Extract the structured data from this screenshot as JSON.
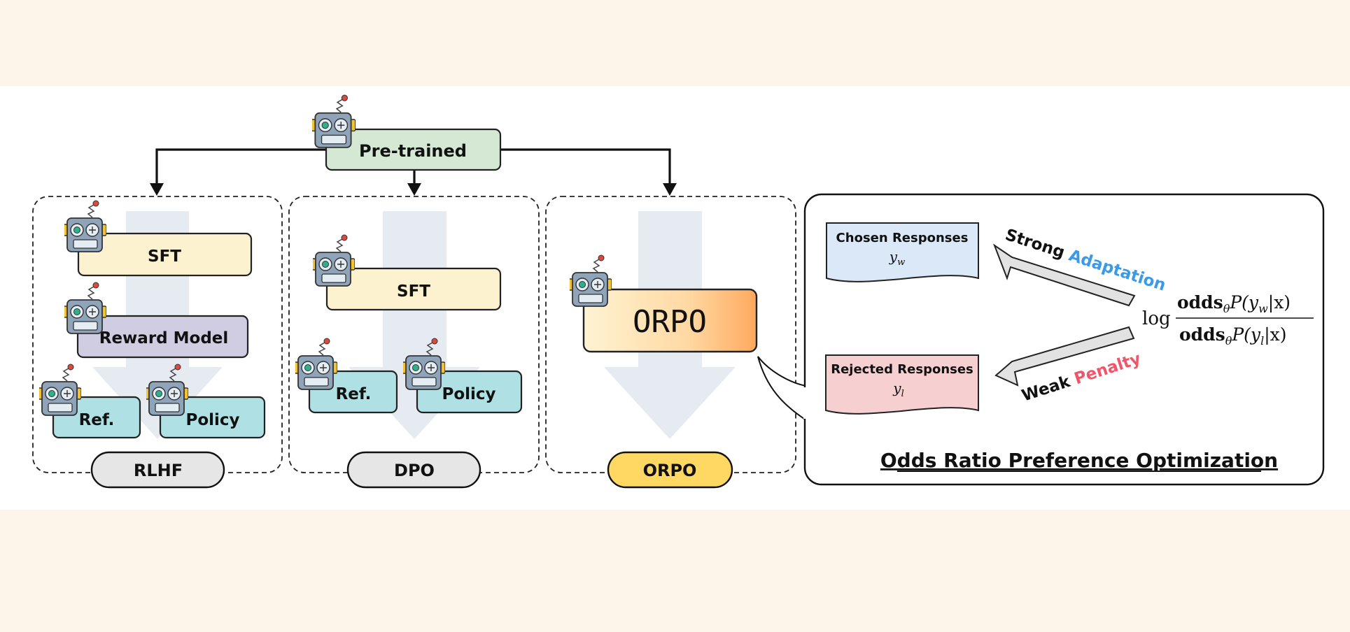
{
  "pretrained": {
    "label": "Pre-trained"
  },
  "rlhf": {
    "sft": "SFT",
    "reward_model": "Reward Model",
    "ref": "Ref.",
    "policy": "Policy",
    "name": "RLHF"
  },
  "dpo": {
    "sft": "SFT",
    "ref": "Ref.",
    "policy": "Policy",
    "name": "DPO"
  },
  "orpo": {
    "box_label": "ORPO",
    "name": "ORPO"
  },
  "detail": {
    "chosen_title": "Chosen Responses",
    "chosen_var": "y",
    "chosen_sub": "w",
    "rejected_title": "Rejected Responses",
    "rejected_var": "y",
    "rejected_sub": "l",
    "strong": "Strong",
    "adaptation": "Adaptation",
    "weak": "Weak",
    "penalty": "Penalty",
    "formula": {
      "log": "log",
      "num_odds": "odds",
      "num_theta": "θ",
      "num_p": "P(y",
      "num_sub": "w",
      "num_end": "|x)",
      "den_odds": "odds",
      "den_theta": "θ",
      "den_p": "P(y",
      "den_sub": "l",
      "den_end": "|x)"
    },
    "title": "Odds Ratio Preference Optimization"
  },
  "colors": {
    "pretrained": "#d4e8d4",
    "sft": "#fdf2cf",
    "reward": "#d0cde2",
    "ref_policy": "#aee0e4",
    "chosen": "#dae8f8",
    "rejected": "#f6cfd0",
    "orpo_pill": "#fed862",
    "pill": "#e6e6e6",
    "adaptation": "#3b9ae8",
    "penalty": "#f0566a"
  }
}
